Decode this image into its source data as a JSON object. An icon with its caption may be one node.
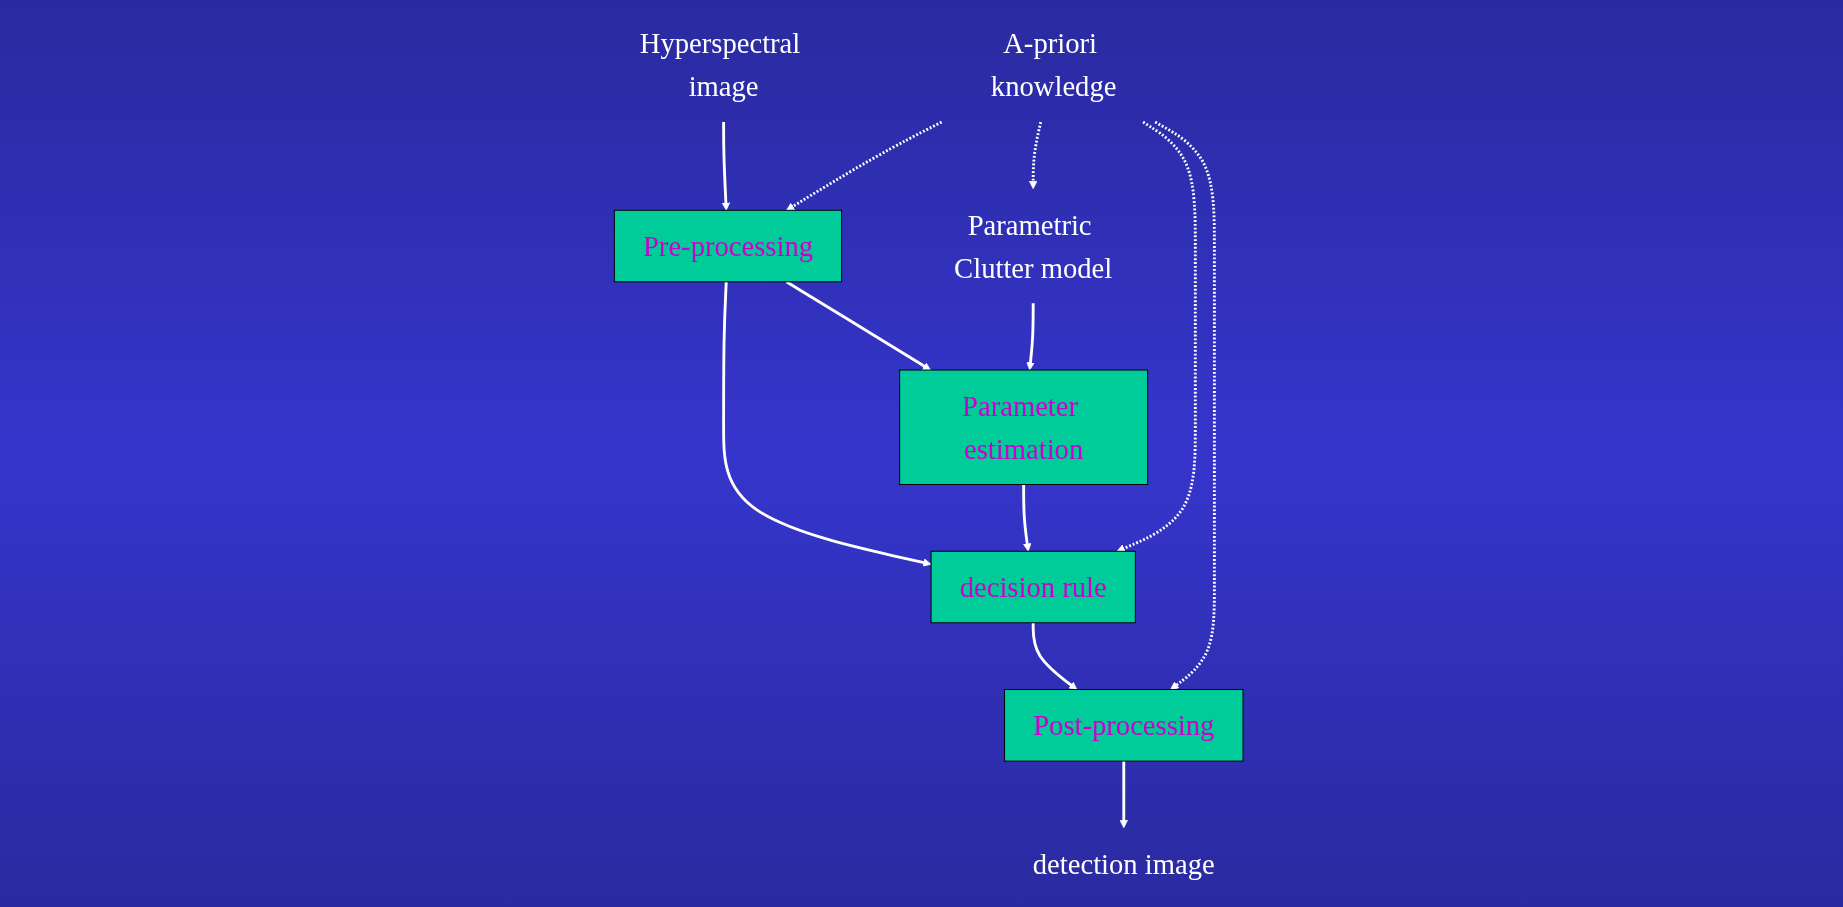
{
  "diagram": {
    "nodes": [
      {
        "text": [
          "Hyperspectral image"
        ]
      },
      {
        "text": [
          "Pre-processing"
        ]
      },
      {
        "text": [
          "Parameter estimation"
        ]
      },
      {
        "text": [
          "decision rule"
        ]
      },
      {
        "text": [
          "Parametric Clutter model"
        ]
      },
      {
        "text": [
          "Post-processing"
        ]
      },
      {
        "text": [
          "A-priori knowledge"
        ]
      },
      {
        "text": [
          "detection image"
        ]
      }
    ],
    "edges": [
      {
        "from": 0,
        "to": 1,
        "arrow": "to"
      },
      {
        "from": 1,
        "to": 2,
        "arrow": "to"
      },
      {
        "from": 1,
        "to": 3,
        "arrow": "to"
      },
      {
        "from": 4,
        "to": 2,
        "arrow": "to"
      },
      {
        "from": 2,
        "to": 3,
        "arrow": "to"
      },
      {
        "from": 3,
        "to": 5,
        "arrow": "to"
      },
      {
        "from": 5,
        "to": 7,
        "arrow": "to"
      },
      {
        "from": 6,
        "to": 3,
        "arrow": "to",
        "style": "dashed"
      },
      {
        "from": 6,
        "to": 5,
        "arrow": "to",
        "style": "dashed"
      },
      {
        "from": 6,
        "to": 4,
        "arrow": "to",
        "style": "dashed"
      },
      {
        "from": 6,
        "to": 1,
        "arrow": "to",
        "style": "dashed"
      }
    ]
  }
}
